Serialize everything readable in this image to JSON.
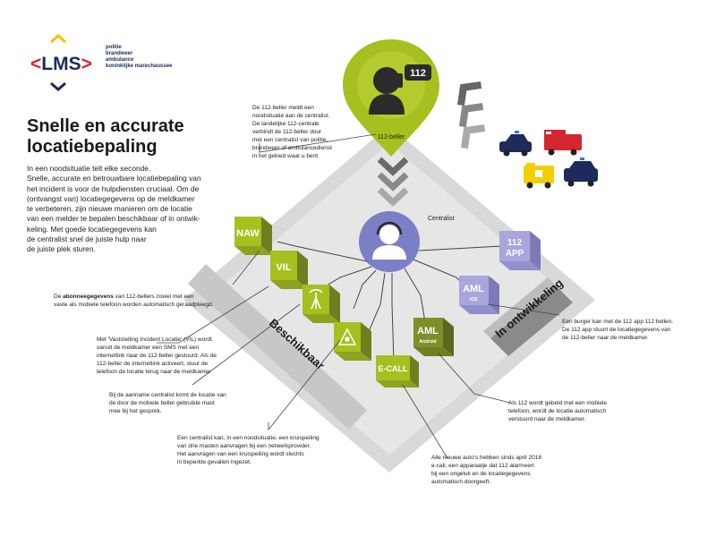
{
  "logo": {
    "text": "LMS",
    "left_bracket": "<",
    "right_bracket": ">",
    "orgs": [
      "politie",
      "brandweer",
      "ambulance",
      "koninklijke marechaussee"
    ]
  },
  "heading": {
    "line1": "Snelle en accurate",
    "line2": "locatiebepaling"
  },
  "intro_lines": [
    "In een noodsituatie telt elke seconde.",
    "Snelle, accurate en betrouwbare locatiebepaling van",
    "het incident is voor de hulpdiensten cruciaal. Om de",
    "(ontvangst van) locatiegegevens op de meldkamer",
    "te verbeteren, zijn nieuwe manieren om de locatie",
    "van een melder te bepalen beschikbaar of in ontwik-",
    "keling. Met goede locatiegegevens kan",
    "de centralist snel de juiste hulp naar",
    "de juiste plek sturen."
  ],
  "caller": {
    "badge": "112",
    "label": "112-beller",
    "desc_lines": [
      "De 112-beller meldt een",
      "noodsituatie aan de centralist.",
      "De landelijke 112-centrale",
      "verbindt de 112-beller door",
      "met een centralist van politie,",
      "brandweer of ambulancedienst",
      "in het gebied waar u bent."
    ]
  },
  "centralist": {
    "label": "Centralist"
  },
  "bands": {
    "available": "Beschikbaar",
    "in_development": "In ontwikkeling"
  },
  "tiles": {
    "naw": "NAW",
    "vil": "VIL",
    "ecall": "E-CALL",
    "aml_android_top": "AML",
    "aml_android_sub": "Android",
    "aml_ios_top": "AML",
    "aml_ios_sub": "iOS",
    "app_top": "112",
    "app_bottom": "APP"
  },
  "notes": {
    "naw": [
      {
        "b": "",
        "t": "De "
      },
      {
        "b": "abonneegegevens",
        "t": " van 112-bellers zowel met een"
      },
      {
        "b": "",
        "t": "vaste als mobiele telefoon worden automatisch geraadpleegd."
      }
    ],
    "vil_lines": [
      "Met 'Vaststelling Incident Locatie' (VIL) wordt",
      "vanuit de meldkamer een SMS met een",
      "internetlink naar de 112-beller gestuurd. Als de",
      "112-beller de internetlink activeert, stuur de",
      "telefoon de locatie terug naar de meldkamer."
    ],
    "mast_lines": [
      "Bij de aanname centralist komt de locatie van",
      "de door de mobiele beller gebruikte mast",
      "mee bij het gesprek."
    ],
    "kruis_lines": [
      "Een centralist kan, in een noodsituatie, een kruispeiling",
      "van drie masten aanvragen bij een netwerkprovider.",
      "Het aanvragen van een kruispeiling wordt slechts",
      "in beperkte gevallen ingezet."
    ],
    "ecall_lines": [
      "Alle nieuwe auto's hebben sinds april 2018",
      "e-call, een apparaatje dat 112 alarmeert",
      "bij een ongeluk en de locatiegegevens",
      "automatisch doorgeeft."
    ],
    "aml_lines": [
      "Als 112 wordt gebeld met een mobiele",
      "telefoon, wordt de locatie automatisch",
      "verstuurd naar de meldkamer."
    ],
    "app_lines": [
      "Een burger kan met de 112 app 112 bellen.",
      "De 112 app stuurt de locatiegegevens van",
      "de 112-beller naar de meldkamer."
    ]
  },
  "colors": {
    "lime": "#a7bf1f",
    "olive": "#7e8f2a",
    "purple": "#7b7fc6",
    "lilac": "#a8a6dc",
    "navy": "#1d2a5a",
    "red": "#d4262f",
    "grey_band": "#c9c9c9",
    "dark_grey": "#7b7b7b"
  },
  "icons": [
    "operator-headset-icon",
    "caller-phone-icon",
    "police-car-icon",
    "fire-truck-icon",
    "ambulance-icon",
    "police-van-icon",
    "radio-mast-icon",
    "triangulation-icon"
  ]
}
